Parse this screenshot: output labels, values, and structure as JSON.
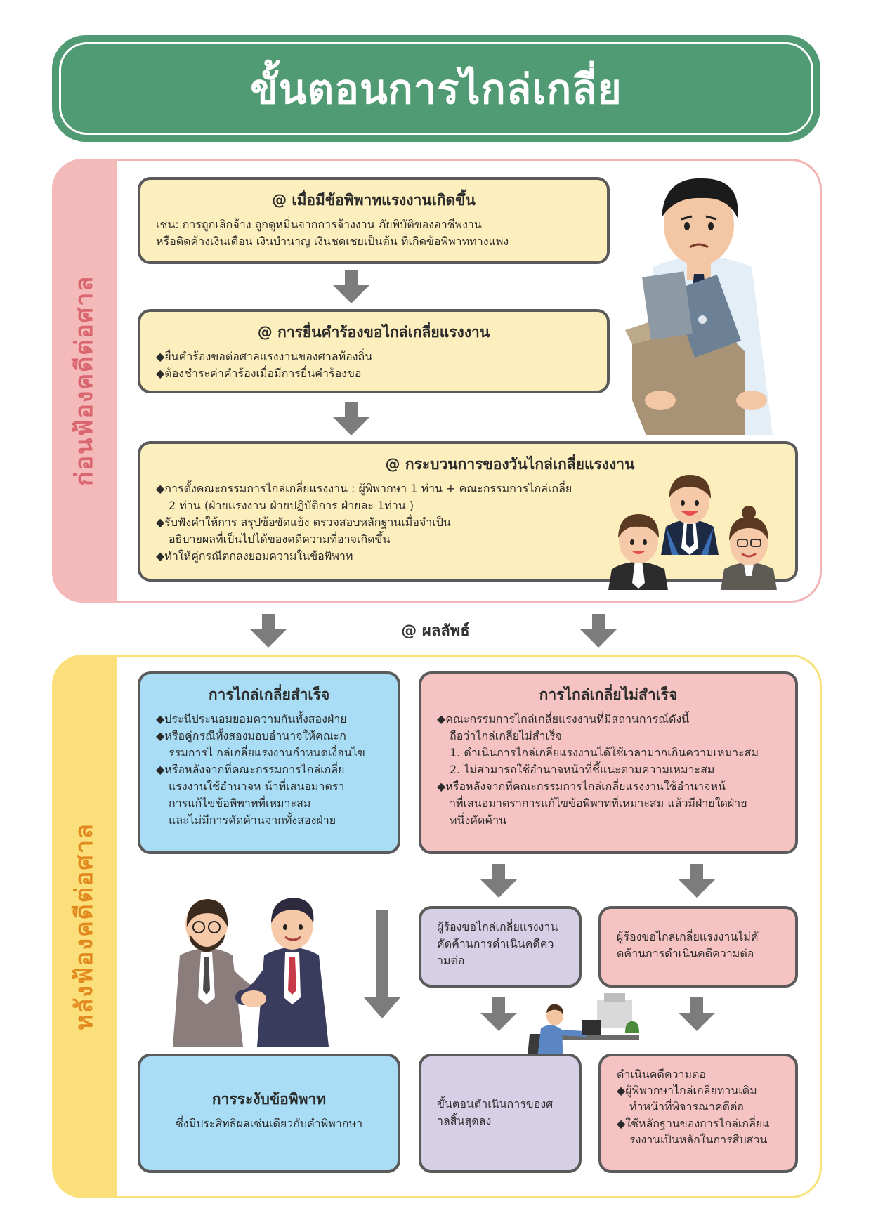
{
  "title": "ขั้นตอนการไกล่เกลี่ย",
  "sections": {
    "before": "ก่อนฟ้องคดีต่อศาล",
    "after": "หลังฟ้องคดีต่อศาล"
  },
  "step1": {
    "title": "@ เมื่อมีข้อพิพาทแรงงานเกิดขึ้น",
    "lines": [
      "เช่น: การถูกเลิกจ้าง ถูกดูหมิ่นจากการจ้างงาน ภัยพิบัติของอาชีพงาน",
      "หรือติดค้างเงินเดือน เงินบำนาญ เงินชดเชยเป็นต้น ที่เกิดข้อพิพาททางแพ่ง"
    ]
  },
  "step2": {
    "title": "@ การยื่นคำร้องขอไกล่เกลี่ยแรงงาน",
    "lines": [
      "◆ยื่นคำร้องขอต่อศาลแรงงานของศาลท้องถิ่น",
      "◆ต้องชำระค่าคำร้องเมื่อมีการยื่นคำร้องขอ"
    ]
  },
  "step3": {
    "title": "@ กระบวนการของวันไกล่เกลี่ยแรงงาน",
    "lines": [
      "◆การตั้งคณะกรรมการไกล่เกลี่ยแรงงาน : ผู้พิพากษา 1 ท่าน + คณะกรรมการไกล่เกลี่ย",
      "2 ท่าน (ฝ่ายแรงงาน ฝ่ายปฏิบัติการ ฝ่ายละ 1ท่าน )",
      "◆รับฟังคำให้การ สรุปข้อขัดแย้ง ตรวจสอบหลักฐานเมื่อจำเป็น",
      "อธิบายผลที่เป็นไปได้ของคดีความที่อาจเกิดขึ้น",
      "◆ทำให้คู่กรณีตกลงยอมความในข้อพิพาท"
    ]
  },
  "result_label": "@ ผลลัพธ์",
  "success": {
    "title": "การไกล่เกลี่ยสำเร็จ",
    "lines": [
      "◆ประนีประนอมยอมความกันทั้งสองฝ่าย",
      "◆หรือคู่กรณีทั้งสองมอบอำนาจให้คณะก",
      "รรมการไ กล่เกลี่ยแรงงานกำหนดเงื่อนไข",
      "◆หรือหลังจากที่คณะกรรมการไกล่เกลี่ย",
      "แรงงานใช้อำนาจห น้าที่เสนอมาตรา",
      "การแก้ไขข้อพิพาทที่เหมาะสม",
      "และไม่มีการคัดค้านจากทั้งสองฝ่าย"
    ]
  },
  "failure": {
    "title": "การไกล่เกลี่ยไม่สำเร็จ",
    "lines": [
      "◆คณะกรรมการไกล่เกลี่ยแรงงานที่มีสถานการณ์ดังนี้",
      "ถือว่าไกล่เกลี่ยไม่สำเร็จ",
      "1. ดำเนินการไกล่เกลี่ยแรงงานได้ใช้เวลามากเกินความเหมาะสม",
      "2. ไม่สามารถใช้อำนาจหน้าที่ชี้แนะตามความเหมาะสม",
      "◆หรือหลังจากที่คณะกรรมการไกล่เกลี่ยแรงงานใช้อำนาจหน้",
      "าที่เสนอมาตราการแก้ไขข้อพิพาทที่เหมาะสม แล้วมีฝ่ายใดฝ่าย",
      "หนึ่งคัดค้าน"
    ]
  },
  "objector": {
    "lines": [
      "ผู้ร้องขอไกล่เกลี่ยแรงงาน",
      "คัดค้านการดำเนินคดีคว",
      "ามต่อ"
    ]
  },
  "non_objector": {
    "lines": [
      "ผู้ร้องขอไกล่เกลี่ยแรงงานไม่คั",
      "ดค้านการดำเนินคดีความต่อ"
    ]
  },
  "resolution": {
    "title": "การระงับข้อพิพาท",
    "text": "ซึ่งมีประสิทธิผลเช่นเดียวกับคำพิพากษา"
  },
  "litigation_end": {
    "lines": [
      "ขั้นตอนดำเนินการของศ",
      "าลสิ้นสุดลง"
    ]
  },
  "continue_case": {
    "lines": [
      "ดำเนินคดีความต่อ",
      "◆ผู้พิพากษาไกล่เกลี่ยท่านเดิม",
      "ทำหน้าที่พิจารณาคดีต่อ",
      "◆ใช้หลักฐานของการไกล่เกลี่ยแ",
      "รงงานเป็นหลักในการสืบสวน"
    ]
  }
}
